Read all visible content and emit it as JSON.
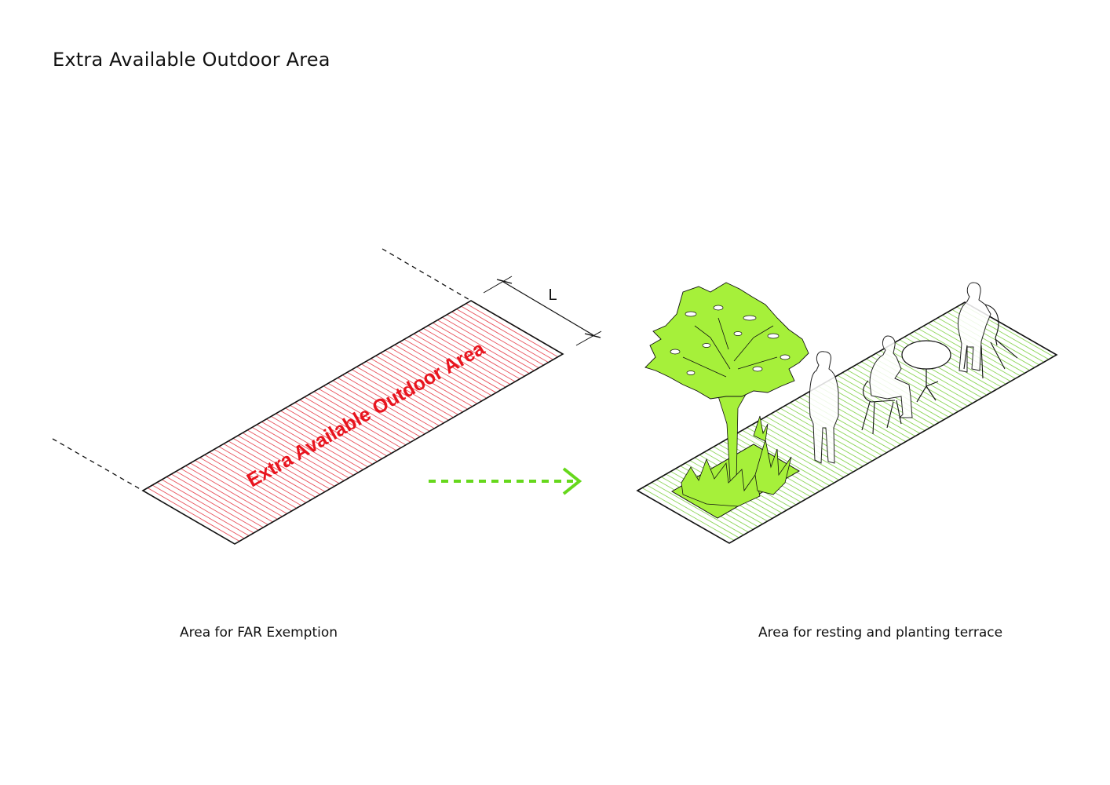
{
  "title": "Extra Available Outdoor Area",
  "left_panel": {
    "slab_label": "Extra Available Outdoor Area",
    "dimension_label": "L",
    "caption": "Area for FAR Exemption",
    "hatch_color": "#e8505a",
    "label_color": "#e8141e"
  },
  "arrow": {
    "color": "#66d81c",
    "style": "dashed"
  },
  "right_panel": {
    "caption": "Area for resting and planting terrace",
    "hatch_color": "#8fd65a",
    "planter_color": "#a6f03a",
    "tree_color": "#a6f03a",
    "people_count": 3,
    "chairs_count": 2,
    "table_count": 1
  }
}
